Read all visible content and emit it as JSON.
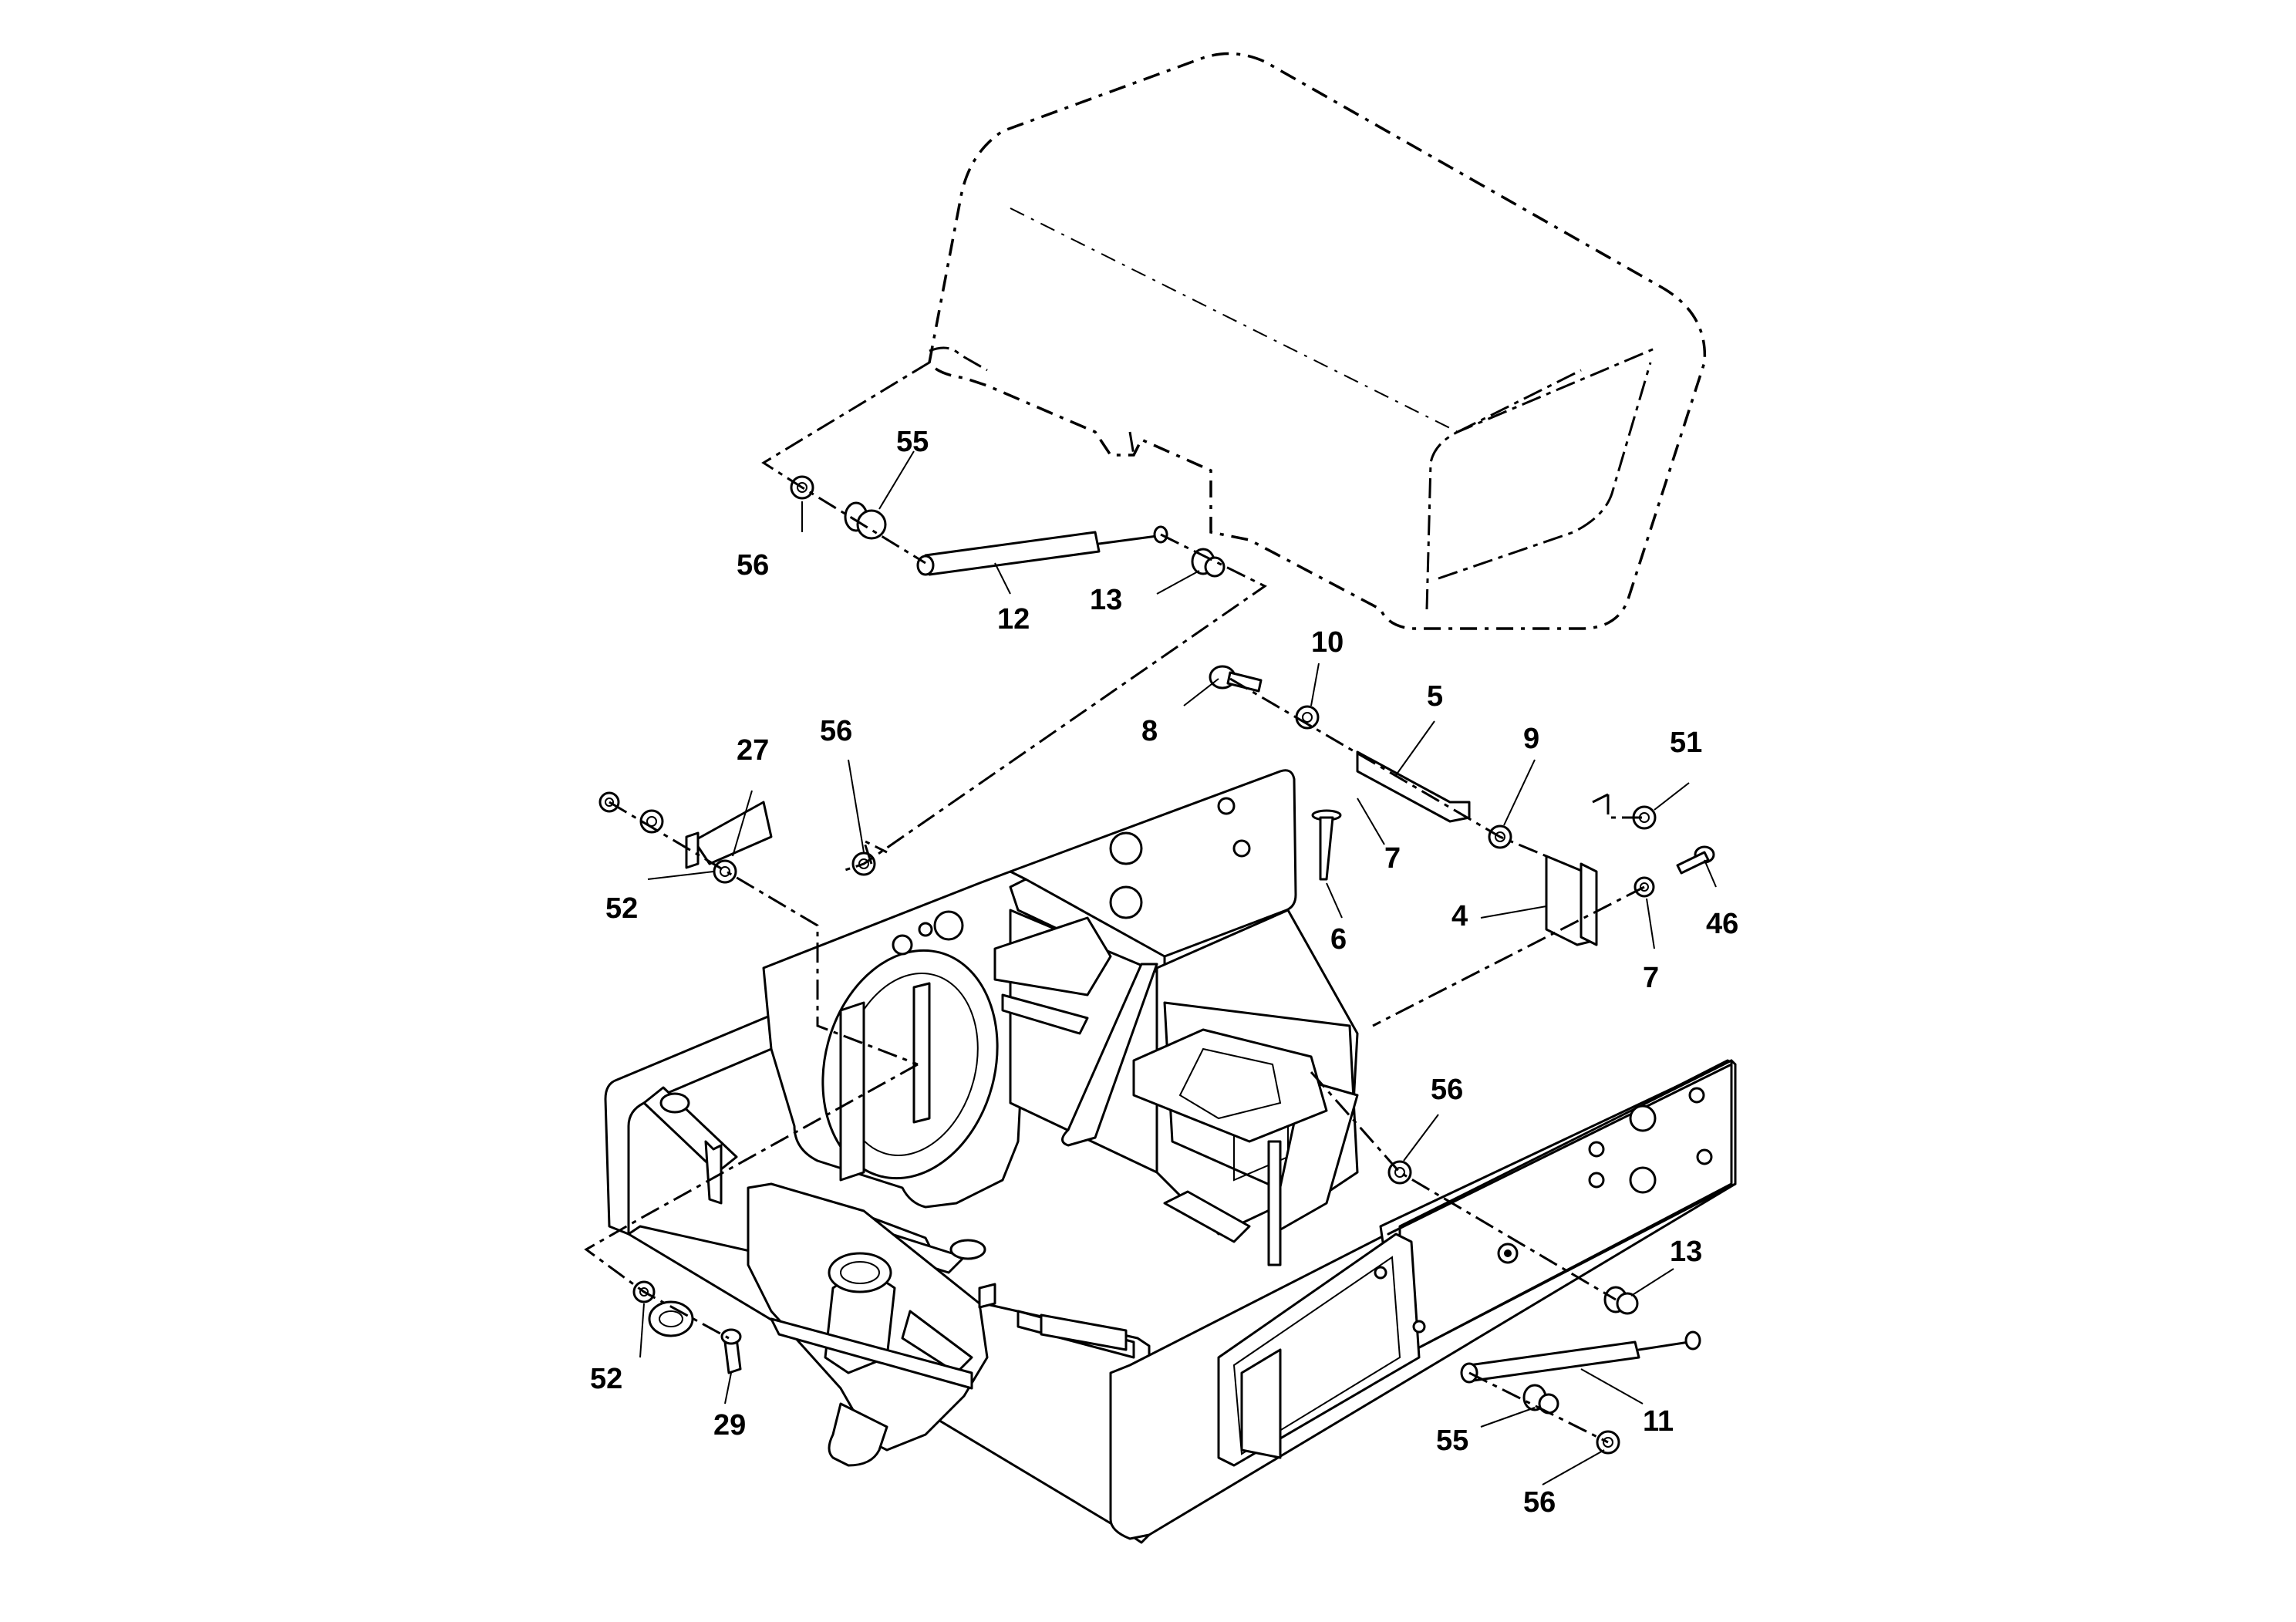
{
  "callouts": [
    {
      "id": "c55a",
      "label": "55"
    },
    {
      "id": "c56a",
      "label": "56"
    },
    {
      "id": "c12",
      "label": "12"
    },
    {
      "id": "c13a",
      "label": "13"
    },
    {
      "id": "c10",
      "label": "10"
    },
    {
      "id": "c8",
      "label": "8"
    },
    {
      "id": "c5",
      "label": "5"
    },
    {
      "id": "c9",
      "label": "9"
    },
    {
      "id": "c51",
      "label": "51"
    },
    {
      "id": "c27",
      "label": "27"
    },
    {
      "id": "c56b",
      "label": "56"
    },
    {
      "id": "c7a",
      "label": "7"
    },
    {
      "id": "c46",
      "label": "46"
    },
    {
      "id": "c6",
      "label": "6"
    },
    {
      "id": "c4",
      "label": "4"
    },
    {
      "id": "c7b",
      "label": "7"
    },
    {
      "id": "c52a",
      "label": "52"
    },
    {
      "id": "c56c",
      "label": "56"
    },
    {
      "id": "c13b",
      "label": "13"
    },
    {
      "id": "c52b",
      "label": "52"
    },
    {
      "id": "c29",
      "label": "29"
    },
    {
      "id": "c11",
      "label": "11"
    },
    {
      "id": "c55b",
      "label": "55"
    },
    {
      "id": "c56d",
      "label": "56"
    }
  ]
}
